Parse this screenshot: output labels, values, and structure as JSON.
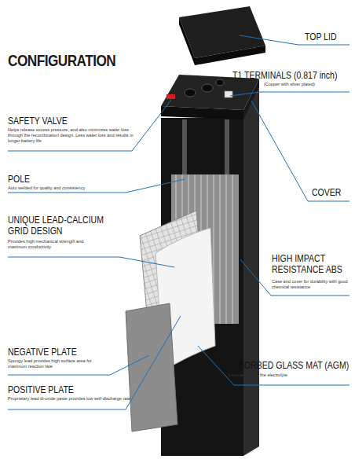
{
  "diagram": {
    "title": "CONFIGURATION",
    "labels": [
      "TOP LID",
      "T1 TERMINALS (0.817 inch)",
      "(Copper with silver plated)",
      "SAFETY VALVE",
      "Helps release excess pressure, and also minimizes water loss through the recombination design. Less water loss and results in longer battery life",
      "POLE",
      "Auto welded for quality and consistency",
      "UNIQUE LEAD-CALCIUM GRID DESIGN",
      "Provides high mechanical strength and maximum conductivity",
      "COVER",
      "HIGH IMPACT RESISTANCE ABS",
      "Case and cover for durability with good chemical resistance",
      "NEGATIVE PLATE",
      "Spongy lead provides high surface area for maximum reaction rate",
      "ABSORBED GLASS MAT (AGM)",
      "Seperator holds the electrolyte",
      "POSITIVE PLATE",
      "Proprietary lead di-oxide paste provides low self-discharge rate"
    ]
  }
}
